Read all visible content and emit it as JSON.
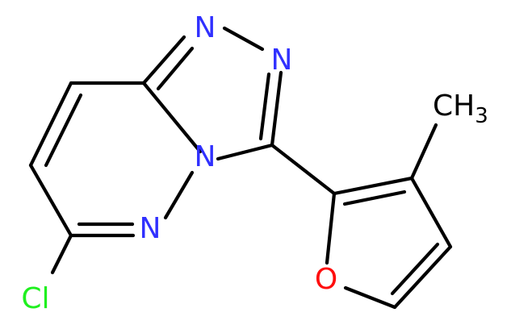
{
  "atoms": {
    "n1": "N",
    "n2": "N",
    "n3": "N",
    "n4": "N",
    "o": "O",
    "cl": "Cl",
    "methyl": "CH",
    "methyl_sub": "3"
  },
  "colors": {
    "bond": "#000000",
    "nitrogen": "#3030ff",
    "oxygen": "#ff0d0d",
    "chlorine": "#1ff01f",
    "carbon": "#000000"
  }
}
